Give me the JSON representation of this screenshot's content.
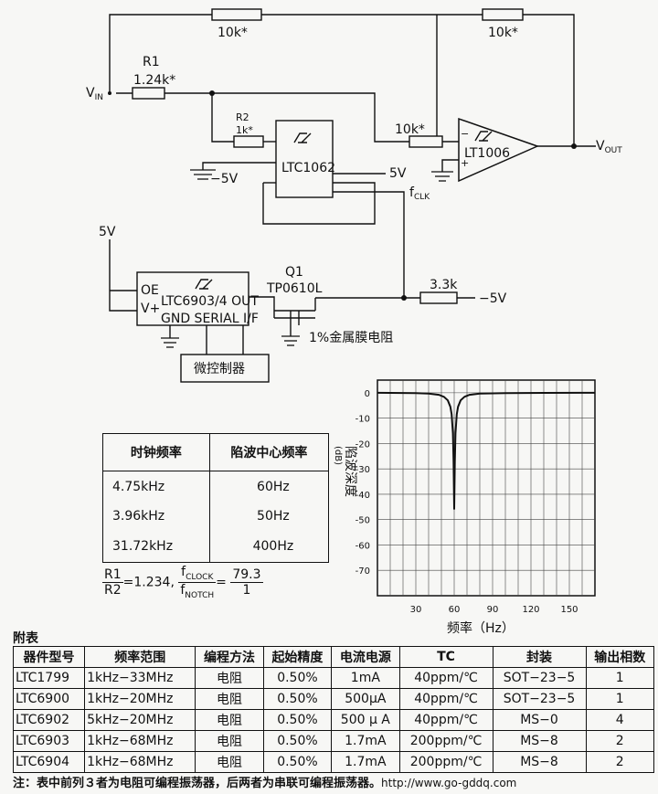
{
  "circuit": {
    "r_fb1_value": "10k*",
    "r_fb2_value": "10k*",
    "r1_name": "R1",
    "r1_value": "1.24k*",
    "vin": "V",
    "vin_sub": "IN",
    "r2_name": "R2",
    "r2_value": "1k*",
    "r_in_value": "10k*",
    "filter_ic": "LTC1062",
    "opamp": "LT1006",
    "vout": "V",
    "vout_sub": "OUT",
    "neg_supply": "−5V",
    "pos_supply": "5V",
    "fclk": "f",
    "fclk_sub": "CLK",
    "osc_supply": "5V",
    "osc_pin_oe": "OE",
    "osc_pin_vplus": "V+",
    "osc_ic": "LTC6903/4 OUT",
    "osc_pins_bottom": "GND SERIAL I/F",
    "q1_name": "Q1",
    "q1_part": "TP0610L",
    "r_pull_value": "3.3k",
    "r_pull_supply": "−5V",
    "resistor_note": "1%金属膜电阻",
    "mcu": "微控制器"
  },
  "clock_table": {
    "headers": [
      "时钟频率",
      "陷波中心频率"
    ],
    "rows": [
      [
        "4.75kHz",
        "60Hz"
      ],
      [
        "3.96kHz",
        "50Hz"
      ],
      [
        "31.72kHz",
        "400Hz"
      ]
    ]
  },
  "ratio": {
    "r_num": "R1",
    "r_den": "R2",
    "r_value": "=1.234",
    "f_num": "f",
    "f_num_sub": "CLOCK",
    "f_den": "f",
    "f_den_sub": "NOTCH",
    "f_value_num": "79.3",
    "f_value_den": "1",
    "sep": ",",
    "eq": "="
  },
  "chart_data": {
    "type": "line",
    "xlabel": "频率（Hz）",
    "ylabel": "陷波深度",
    "yunit": "(dB)",
    "xlim": [
      0,
      170
    ],
    "ylim": [
      -80,
      5
    ],
    "xticks": [
      30,
      60,
      90,
      120,
      150
    ],
    "yticks": [
      0,
      -10,
      -20,
      -30,
      -40,
      -50,
      -60,
      -70
    ],
    "grid": true,
    "series": [
      {
        "x": [
          0,
          30,
          40,
          48,
          52,
          55,
          57,
          58,
          59,
          59.5,
          60,
          60.5,
          61,
          62,
          63,
          65,
          68,
          72,
          80,
          100,
          130,
          170
        ],
        "y": [
          0,
          -0.1,
          -0.3,
          -0.8,
          -1.6,
          -3,
          -5.5,
          -8.5,
          -16,
          -27,
          -46,
          -27,
          -16,
          -8.5,
          -5.5,
          -3,
          -1.6,
          -0.8,
          -0.3,
          -0.1,
          -0.05,
          0
        ]
      }
    ]
  },
  "appendix": {
    "title": "附表",
    "headers": [
      "器件型号",
      "频率范围",
      "编程方法",
      "起始精度",
      "电流电源",
      "TC",
      "封装",
      "输出相数"
    ],
    "rows": [
      [
        "LTC1799",
        "1kHz−33MHz",
        "电阻",
        "0.50%",
        "1mA",
        "40ppm/℃",
        "SOT−23−5",
        "1"
      ],
      [
        "LTC6900",
        "1kHz−20MHz",
        "电阻",
        "0.50%",
        "500μA",
        "40ppm/℃",
        "SOT−23−5",
        "1"
      ],
      [
        "LTC6902",
        "5kHz−20MHz",
        "电阻",
        "0.50%",
        "500 μ A",
        "40ppm/℃",
        "MS−0",
        "4"
      ],
      [
        "LTC6903",
        "1kHz−68MHz",
        "电阻",
        "0.50%",
        "1.7mA",
        "200ppm/℃",
        "MS−8",
        "2"
      ],
      [
        "LTC6904",
        "1kHz−68MHz",
        "电阻",
        "0.50%",
        "1.7mA",
        "200ppm/℃",
        "MS−8",
        "2"
      ]
    ]
  },
  "note": "注：表中前列３者为电阻可编程振荡器，后两者为串联可编程振荡器。",
  "watermark": "http://www.go-gddq.com"
}
